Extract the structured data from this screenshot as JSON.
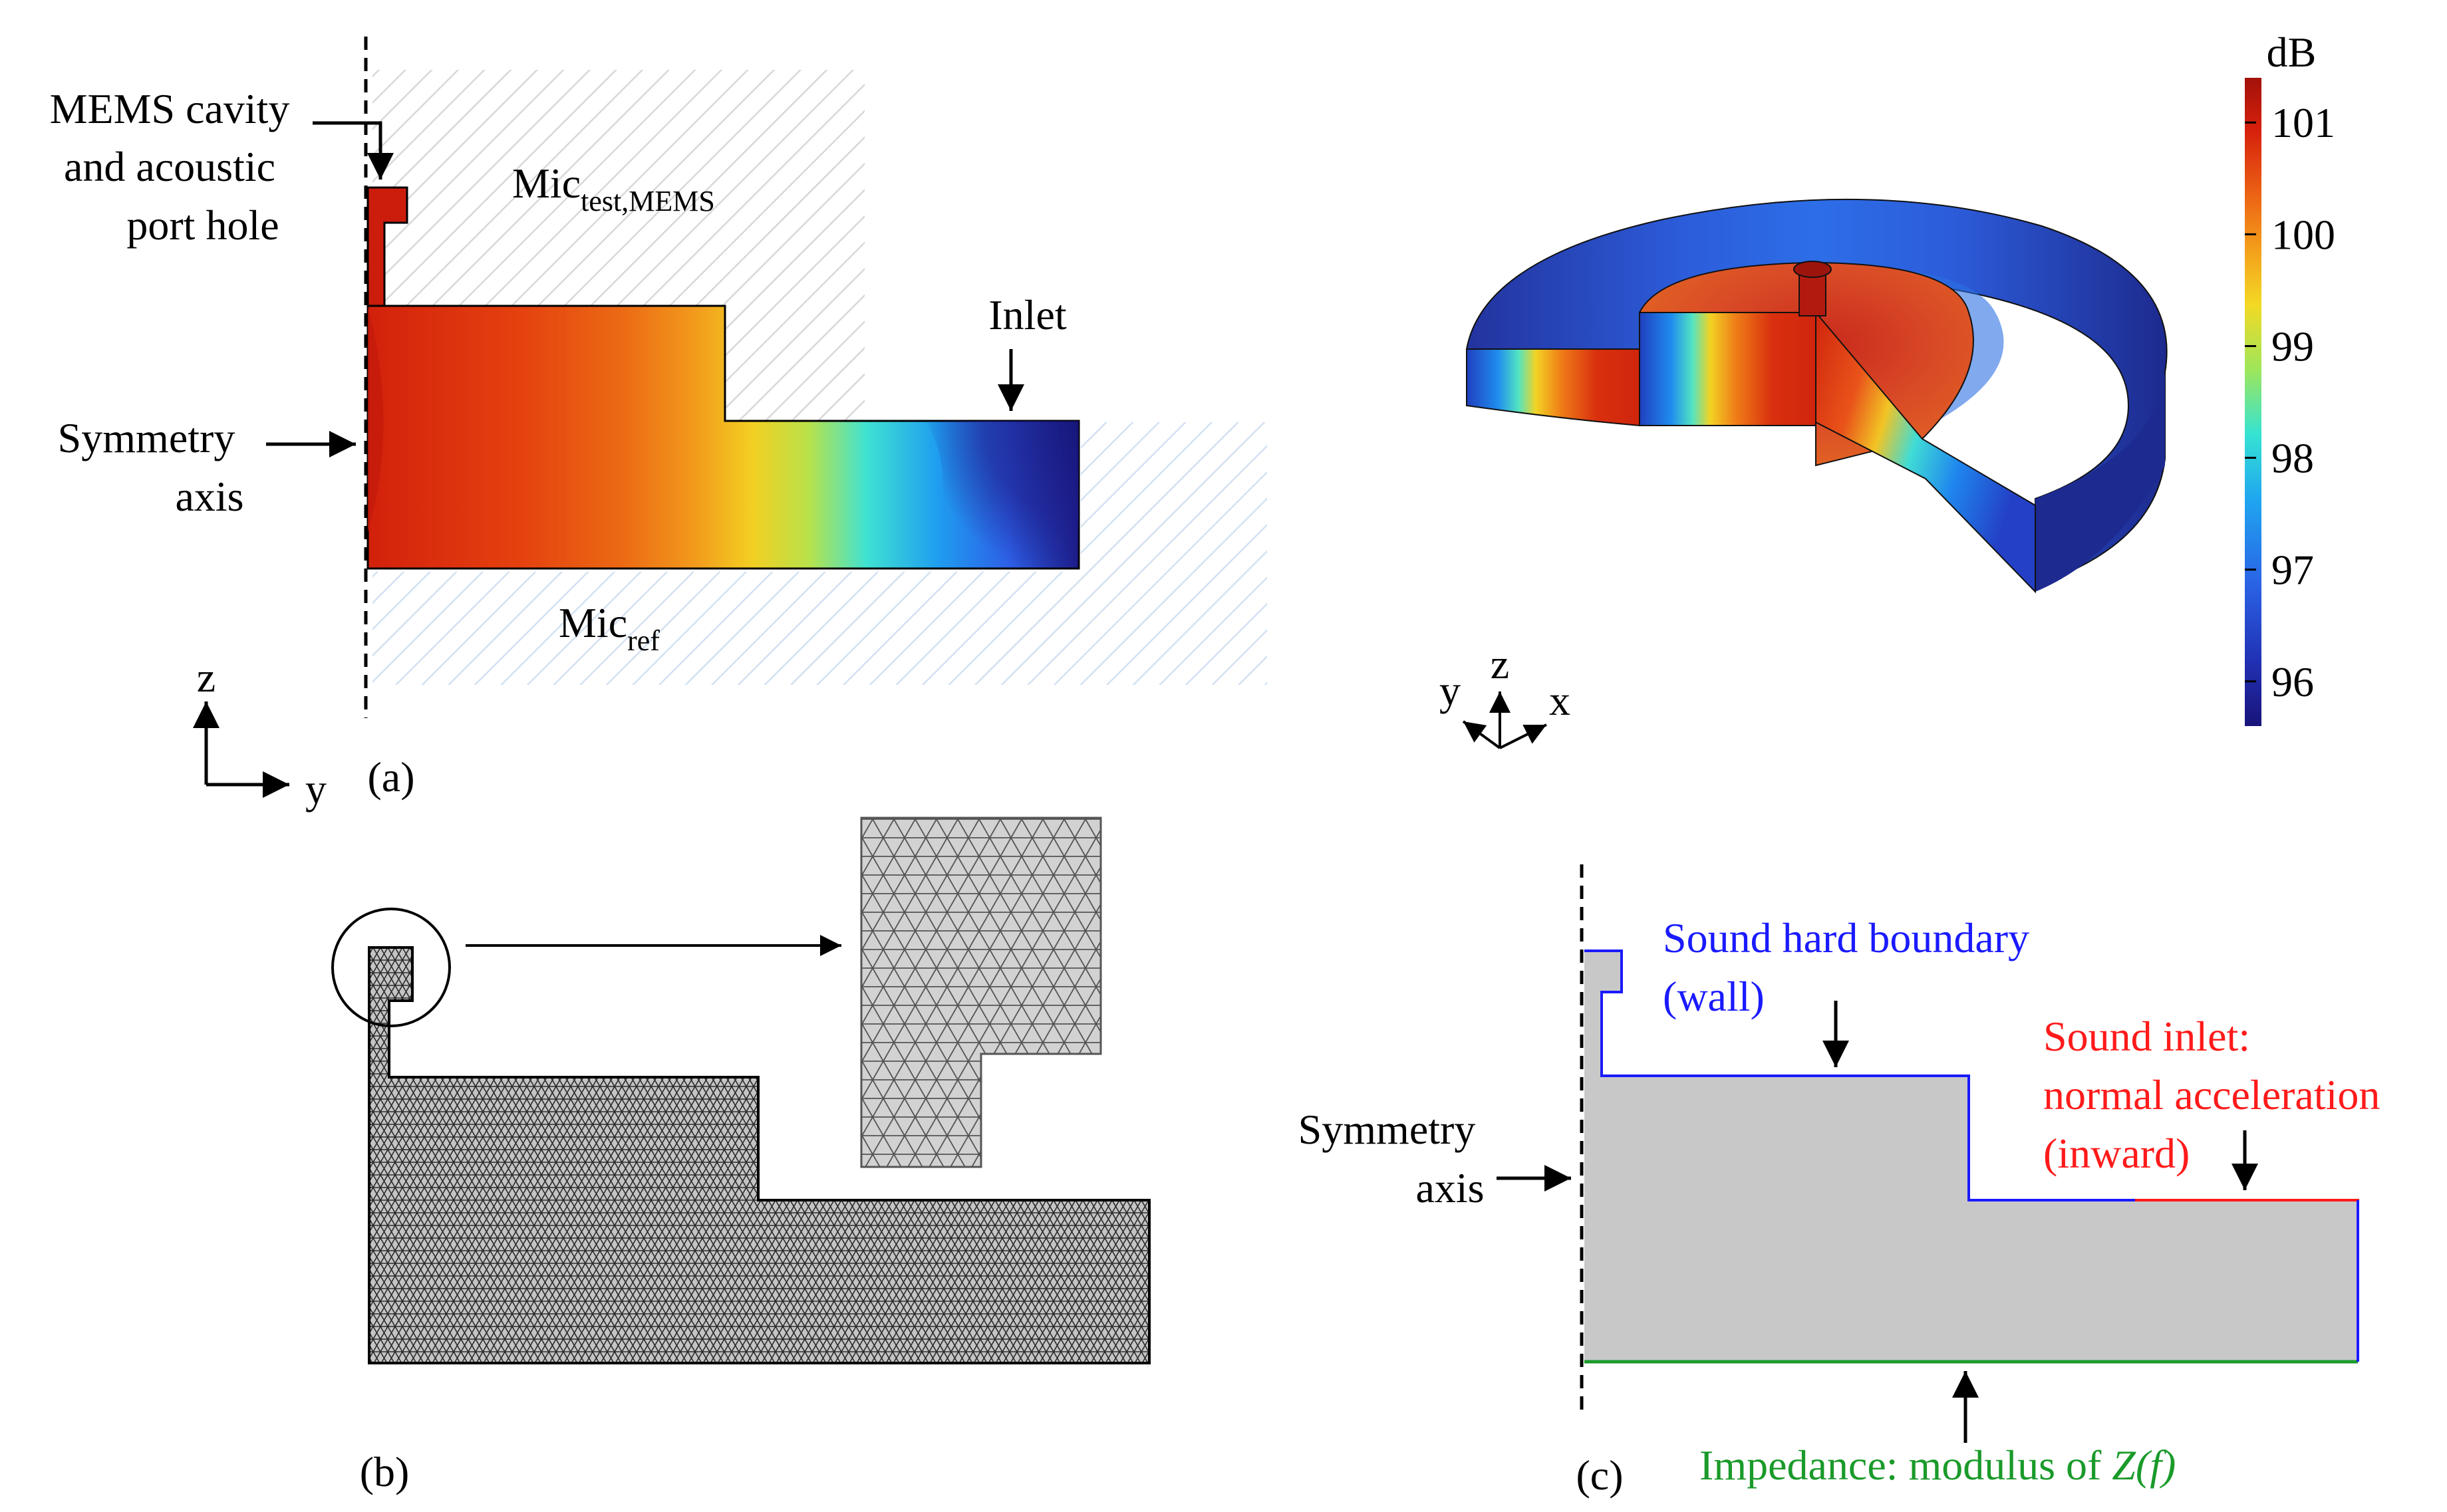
{
  "panel_a": {
    "label": "(a)",
    "cavity_label": [
      "MEMS cavity",
      "and acoustic",
      "port hole"
    ],
    "mic_test": "Mic",
    "mic_test_sub": "test,MEMS",
    "inlet": "Inlet",
    "symmetry": [
      "Symmetry",
      "axis"
    ],
    "mic_ref": "Mic",
    "mic_ref_sub": "ref",
    "axis_z": "z",
    "axis_y": "y"
  },
  "panel_3d": {
    "axis_y": "y",
    "axis_z": "z",
    "axis_x": "x",
    "colorbar": {
      "unit": "dB",
      "ticks": [
        "101",
        "100",
        "99",
        "98",
        "97",
        "96"
      ],
      "range_db": [
        95.6,
        101.4
      ]
    }
  },
  "panel_b": {
    "label": "(b)"
  },
  "panel_c": {
    "label": "(c)",
    "wall": [
      "Sound hard boundary",
      "(wall)"
    ],
    "inlet": [
      "Sound inlet:",
      "normal acceleration",
      "(inward)"
    ],
    "symmetry": [
      "Symmetry",
      "axis"
    ],
    "impedance_prefix": "Impedance: modulus of ",
    "impedance_var": "Z(f)",
    "colors": {
      "wall": "#1a1aff",
      "inlet": "#ff1a1a",
      "impedance": "#1a9a2a"
    }
  }
}
